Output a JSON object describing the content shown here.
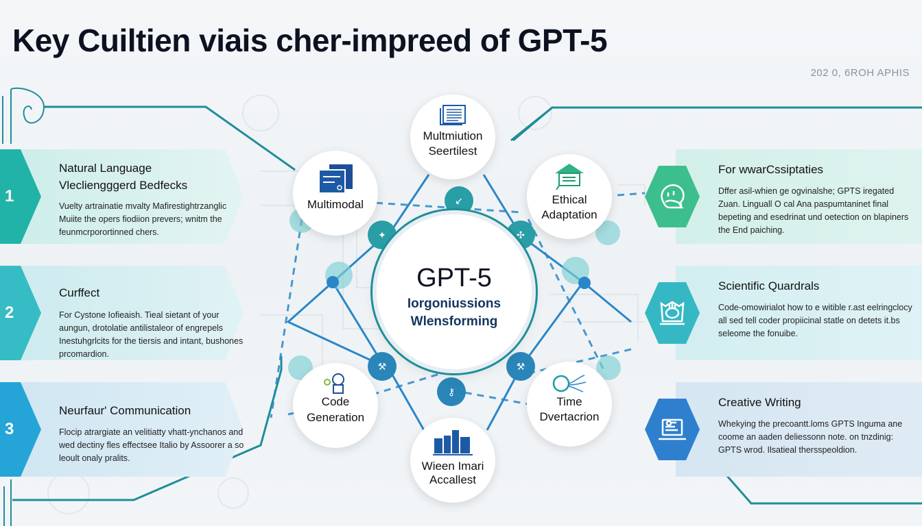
{
  "header": {
    "title": "Key Cuiltien viais cher-impreed of GPT-5",
    "subtitle": "202 0, 6ROH APHIS"
  },
  "colors": {
    "teal": "#22b3a8",
    "teal_light": "#3bbfc4",
    "blue": "#25a4d8",
    "green_hex": "#3cbf8c",
    "cyan_hex": "#35b8c3",
    "blue_hex": "#2f7fcf",
    "line": "#1e8e99",
    "connector": "#2a86c8"
  },
  "left_panels": [
    {
      "number": "1",
      "title": "Natural Language",
      "title2": "Vlecliengggerd Bedfecks",
      "description": "Vuelty artrainatie mvalty Mafirestightrzanglic Muiite the opers fiodiion prevers; wnitm the feunmcrporortinned chers."
    },
    {
      "number": "2",
      "title": "Curffect",
      "description": "For Cystone Iofieaish. Tieal sietant of your aungun, drotolatie antilistaleor of engrepels Inestuhgrlcits for the tiersis and intant, bushones prcomardion."
    },
    {
      "number": "3",
      "title": "Neurfaur' Communication",
      "description": "Flocip atrargiate an velitiatty vhatt-ynchanos and wed dectiny fles effectsee Italio by Assoorer a so leoult onaly pralits."
    }
  ],
  "right_panels": [
    {
      "icon": "chat-head-icon",
      "title": "For wwarCssiptaties",
      "description": "Dffer asil-whien ge ogvinalshe; GPTS iregated Zuan. Linguall O cal Ana paspumtaninet final bepeting and esedrinat und oetection on blapiners the End paiching."
    },
    {
      "icon": "scale-icon",
      "title": "Scientific Quardrals",
      "description": "Code-omowirialot how to e witible r.ast eelringclocy all sed tell coder propiicinal statle on detets it.bs seleome the fonuibe."
    },
    {
      "icon": "laptop-icon",
      "title": "Creative Writing",
      "description": "Whekying the precoantt.loms GPTS Inguma ane coome an aaden deliessonn note. on tnzdinig: GPTS wrod. Ilsatieal thersspeoldion."
    }
  ],
  "hub": {
    "title": "GPT-5",
    "line1": "Iorgoniussions",
    "line2": "Wlensforming"
  },
  "nodes": [
    {
      "id": "multimodal",
      "label": "Multimodal",
      "icon": "document-stack-icon"
    },
    {
      "id": "multimution",
      "label1": "Multmiution",
      "label2": "Seertilest",
      "icon": "newspaper-icon"
    },
    {
      "id": "ethical",
      "label1": "Ethical",
      "label2": "Adaptation",
      "icon": "house-icon"
    },
    {
      "id": "code",
      "label1": "Code",
      "label2": "Generation",
      "icon": "robot-icon"
    },
    {
      "id": "wieen",
      "label1": "Wieen Imari",
      "label2": "Accallest",
      "icon": "bar-chart-icon"
    },
    {
      "id": "time",
      "label1": "Time",
      "label2": "Dvertacrion",
      "icon": "magnifier-icon"
    }
  ]
}
